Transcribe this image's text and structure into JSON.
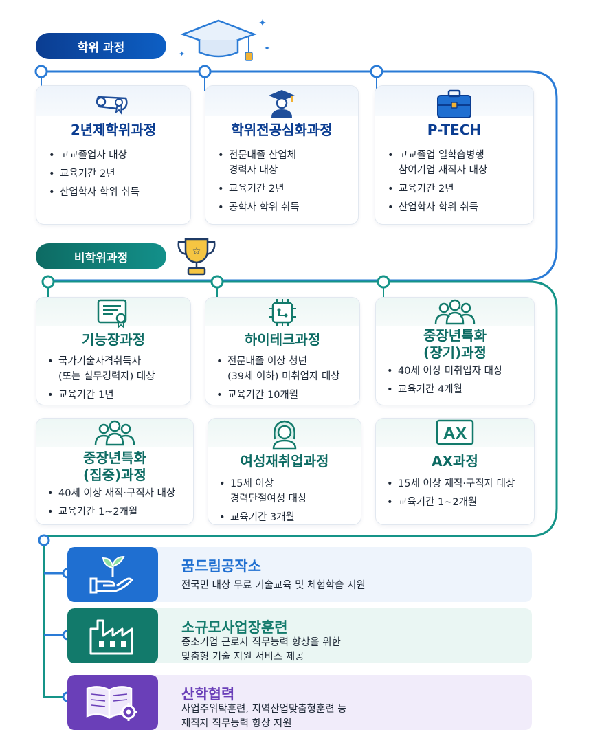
{
  "sections": {
    "degree": "학위 과정",
    "nondegree": "비학위과정"
  },
  "degree_courses": [
    {
      "title": "2년제학위과정",
      "icon": "diploma-scroll-icon",
      "items": [
        "고교졸업자 대상",
        "교육기간 2년",
        "산업학사 학위 취득"
      ]
    },
    {
      "title": "학위전공심화과정",
      "icon": "graduate-icon",
      "items": [
        "전문대졸 산업체\n경력자 대상",
        "교육기간 2년",
        "공학사 학위 취득"
      ]
    },
    {
      "title": "P-TECH",
      "icon": "briefcase-icon",
      "items": [
        "고교졸업 일학습병행\n참여기업 재직자 대상",
        "교육기간 2년",
        "산업학사 학위 취득"
      ]
    }
  ],
  "nondegree_courses": [
    {
      "title": "기능장과정",
      "icon": "certificate-icon",
      "items": [
        "국가기술자격취득자\n(또는 실무경력자) 대상",
        "교육기간 1년"
      ]
    },
    {
      "title": "하이테크과정",
      "icon": "chip-icon",
      "items": [
        "전문대졸 이상 청년\n(39세 이하) 미취업자 대상",
        "교육기간 10개월"
      ]
    },
    {
      "title": "중장년특화\n(장기)과정",
      "icon": "group-icon",
      "items": [
        "40세 이상 미취업자 대상",
        "교육기간 4개월"
      ]
    },
    {
      "title": "중장년특화\n(집중)과정",
      "icon": "group-icon",
      "items": [
        "40세 이상 재직·구직자 대상",
        "교육기간 1~2개월"
      ]
    },
    {
      "title": "여성재취업과정",
      "icon": "woman-icon",
      "items": [
        "15세 이상\n경력단절여성 대상",
        "교육기간 3개월"
      ]
    },
    {
      "title": "AX과정",
      "icon": "ax-icon",
      "icon_text": "AX",
      "items": [
        "15세 이상 재직·구직자 대상",
        "교육기간 1~2개월"
      ]
    }
  ],
  "programs": [
    {
      "title": "꿈드림공작소",
      "icon": "sprout-hand-icon",
      "desc": "전국민 대상 무료 기술교육 및 체험학습 지원",
      "color": "#1f6fd1",
      "bg": "#eef4fc"
    },
    {
      "title": "소규모사업장훈련",
      "icon": "factory-icon",
      "desc": "중소기업 근로자 직무능력 향상을 위한\n맞춤형 기술 지원 서비스 제공",
      "color": "#127a6b",
      "bg": "#eaf6f3"
    },
    {
      "title": "산학협력",
      "icon": "book-gear-icon",
      "desc": "사업주위탁훈련, 지역산업맞춤형훈련 등\n재직자 직무능력 향상 지원",
      "color": "#6a3fb8",
      "bg": "#f1ecfa"
    }
  ],
  "colors": {
    "degree_blue": "#0b3d91",
    "line_blue": "#2a7bd6",
    "nondegree_teal": "#0d6b63",
    "line_teal": "#159488"
  }
}
